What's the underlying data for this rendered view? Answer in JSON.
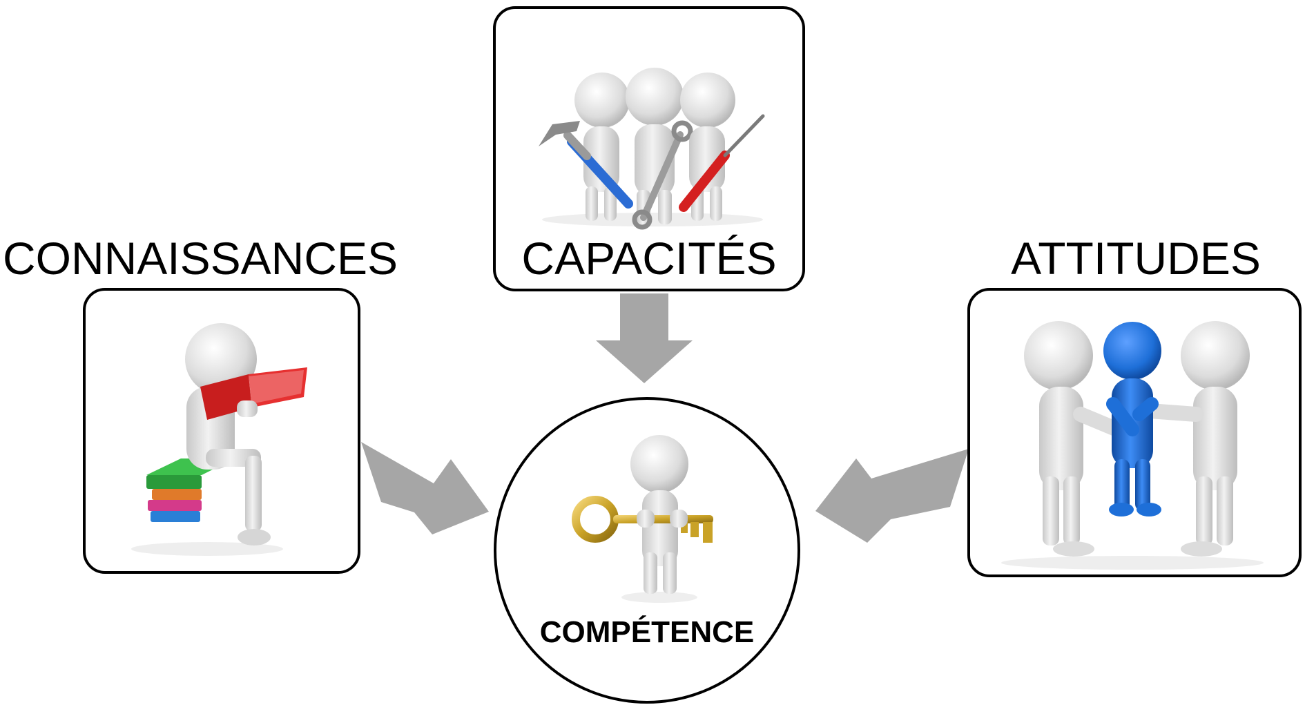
{
  "diagram": {
    "center": {
      "label": "COMPÉTENCE"
    },
    "nodes": [
      {
        "id": "connaissances",
        "label": "CONNAISSANCES",
        "icon": "person-reading-book-icon"
      },
      {
        "id": "capacites",
        "label": "CAPACITÉS",
        "icon": "people-with-tools-icon"
      },
      {
        "id": "attitudes",
        "label": "ATTITUDES",
        "icon": "people-handshake-icon"
      }
    ],
    "center_icon": "person-holding-key-icon"
  },
  "colors": {
    "arrow": "#a6a6a6",
    "border": "#000000",
    "figure": "#e8e8e8",
    "figure_blue": "#1e6fd8",
    "book_red": "#d42020",
    "key_gold": "#c9a227"
  }
}
